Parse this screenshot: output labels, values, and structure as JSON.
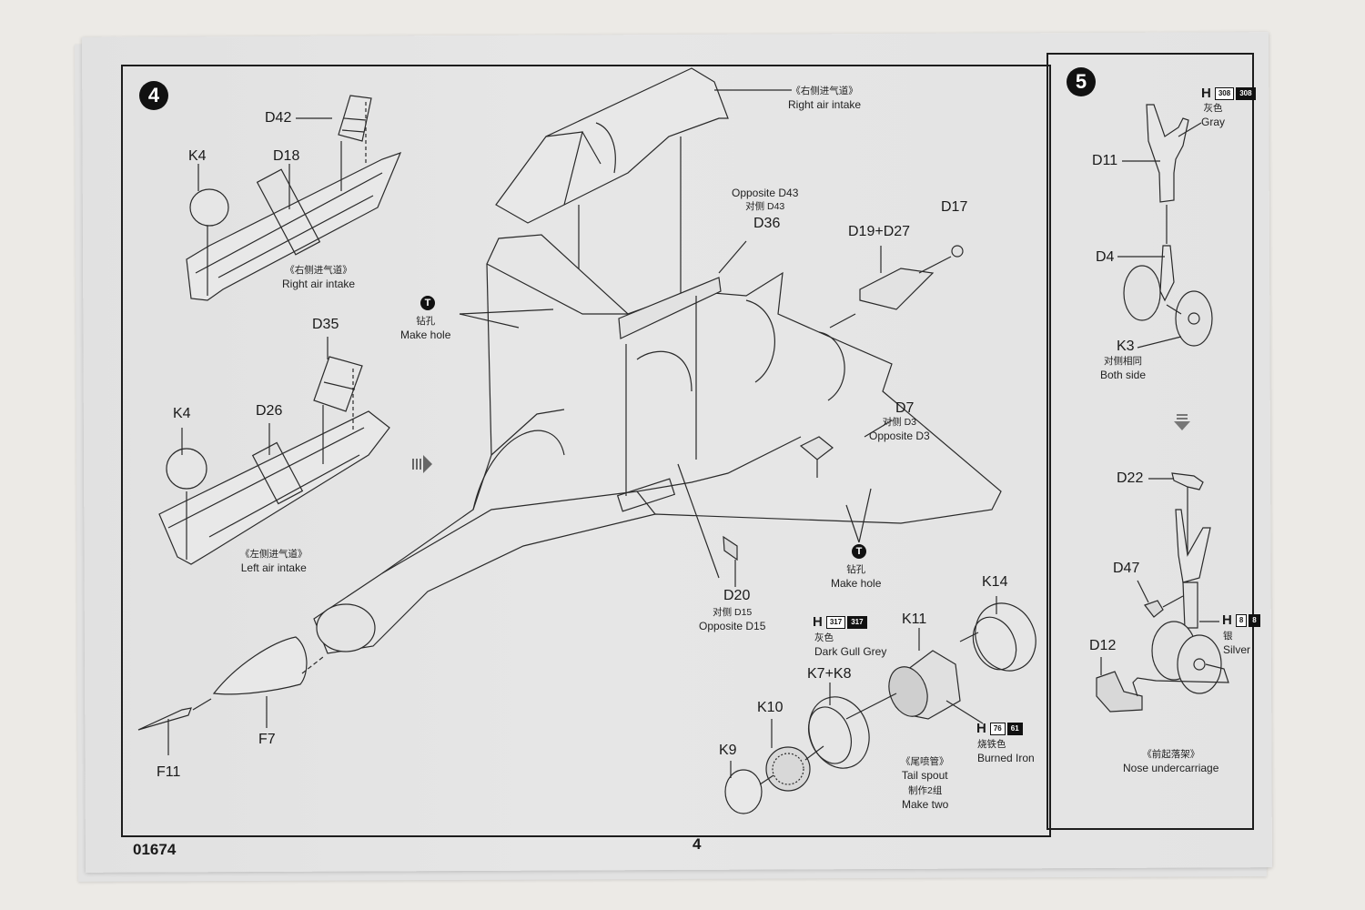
{
  "document": {
    "product_code": "01674",
    "page_number": "4"
  },
  "step4": {
    "number": "4",
    "right_intake": {
      "parts": [
        "D42",
        "K4",
        "D18"
      ],
      "caption_cn": "《右侧进气道》",
      "caption_en": "Right air intake"
    },
    "left_intake": {
      "parts": [
        "D35",
        "K4",
        "D26"
      ],
      "caption_cn": "《左侧进气道》",
      "caption_en": "Left air intake"
    },
    "upper_fuselage": {
      "caption_cn": "《右侧进气道》",
      "caption_en": "Right air intake"
    },
    "d36": {
      "part": "D36",
      "note_en": "Opposite D43",
      "note_cn": "对侧 D43"
    },
    "d19_d27": {
      "part": "D19+D27"
    },
    "d17": {
      "part": "D17"
    },
    "d7": {
      "part": "D7",
      "note_cn": "对侧 D3",
      "note_en": "Opposite D3"
    },
    "d20": {
      "part": "D20",
      "note_cn": "对侧 D15",
      "note_en": "Opposite D15"
    },
    "make_hole_1": {
      "icon": "drill-icon",
      "cn": "钻孔",
      "en": "Make hole"
    },
    "make_hole_2": {
      "icon": "drill-icon",
      "cn": "钻孔",
      "en": "Make hole"
    },
    "nose": {
      "parts": [
        "F7",
        "F11"
      ]
    },
    "tail_spout": {
      "parts": [
        "K14",
        "K11",
        "K7+K8",
        "K10",
        "K9"
      ],
      "caption_cn": "《尾喷管》",
      "caption_en": "Tail spout",
      "qty_cn": "制作2组",
      "qty_en": "Make two",
      "paint_dark_gull_grey": {
        "prefix": "H",
        "codes": [
          "317",
          "317"
        ],
        "cn": "灰色",
        "en": "Dark Gull Grey"
      },
      "paint_burned_iron": {
        "prefix": "H",
        "codes": [
          "76",
          "61"
        ],
        "cn": "烧铁色",
        "en": "Burned Iron"
      }
    }
  },
  "step5": {
    "number": "5",
    "paint_gray": {
      "prefix": "H",
      "codes": [
        "308",
        "308"
      ],
      "cn": "灰色",
      "en": "Gray"
    },
    "upper_parts": [
      "D11",
      "D4",
      "K3"
    ],
    "k3_note_cn": "对侧相同",
    "k3_note_en": "Both side",
    "lower_parts": [
      "D22",
      "D47",
      "D12"
    ],
    "paint_silver": {
      "prefix": "H",
      "codes": [
        "8",
        "8"
      ],
      "cn": "银",
      "en": "Silver"
    },
    "caption_cn": "《前起落架》",
    "caption_en": "Nose undercarriage"
  },
  "colors": {
    "background": "#eceae6",
    "paper": "#e4e4e4",
    "ink": "#1a1a1a"
  }
}
